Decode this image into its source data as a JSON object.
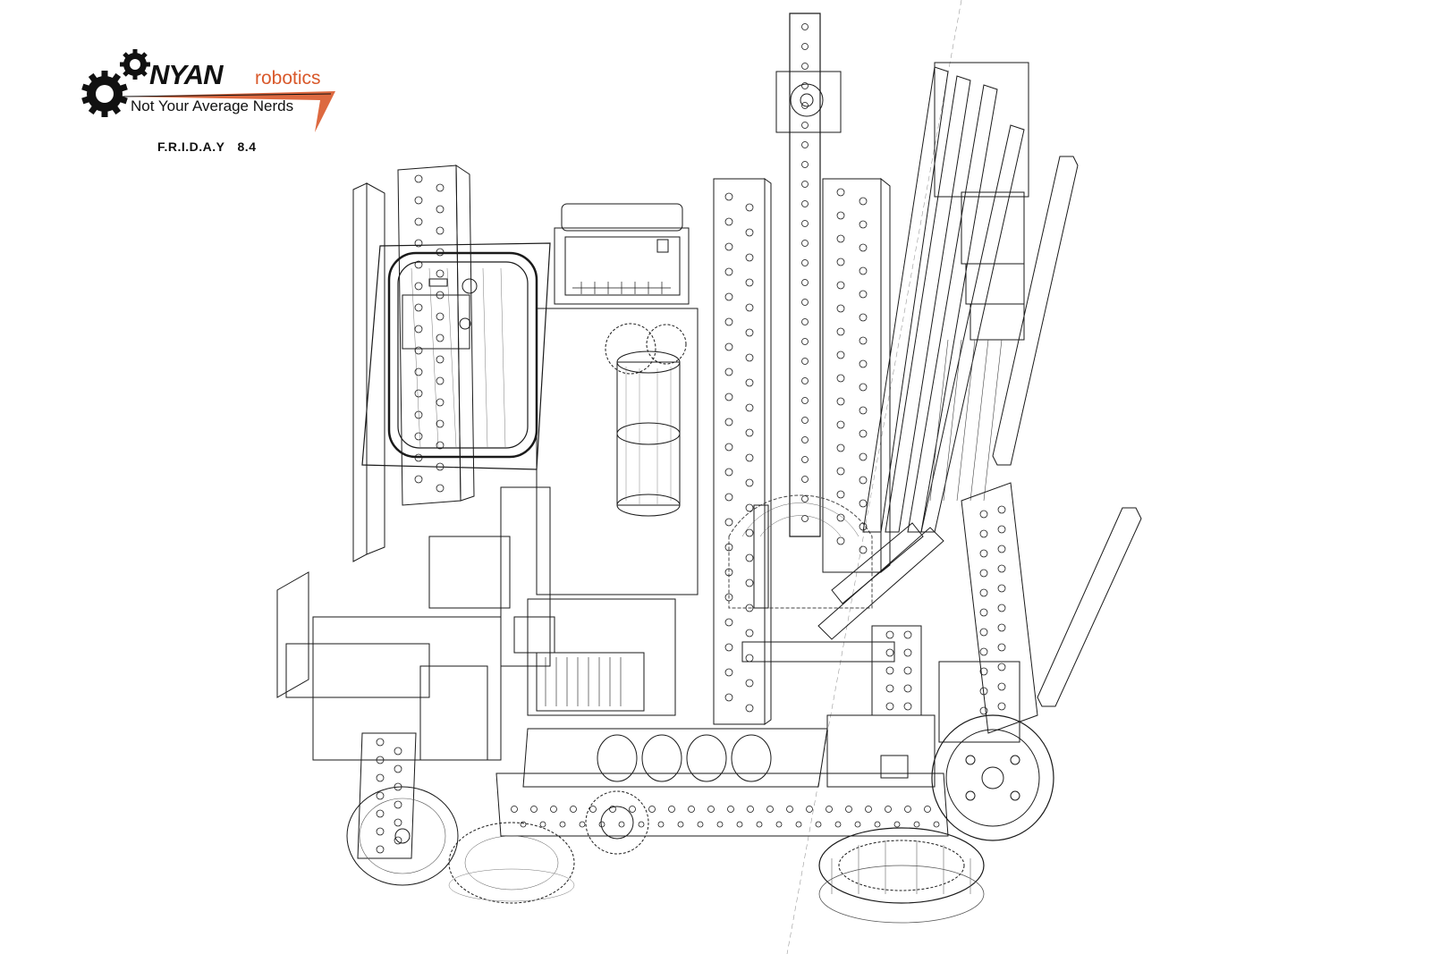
{
  "logo": {
    "brand_name": "NYAN",
    "brand_suffix": "robotics",
    "tagline": "Not Your Average Nerds",
    "accent_color": "#d9592b",
    "icon": "gear-icon"
  },
  "version": {
    "name": "F.R.I.D.A.Y",
    "number": "8.4"
  },
  "drawing": {
    "style": "wireframe",
    "line_color": "#1a1a1a"
  }
}
